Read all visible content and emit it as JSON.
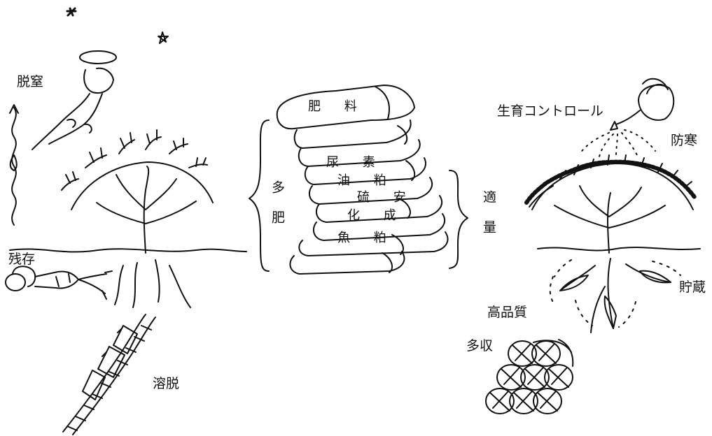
{
  "left_scene": {
    "escape_label": "脱窒",
    "residue_label": "残存",
    "leaching_label": "溶脱"
  },
  "center_scene": {
    "bag_labels": [
      "肥 料",
      "尿 素",
      "油 粕",
      "硫 安",
      "化 成",
      "魚 粕"
    ],
    "excess_label": "多肥",
    "proper_label": "適量"
  },
  "right_scene": {
    "growth_control_label": "生育コントロール",
    "cold_protection_label": "防寒",
    "storage_label": "貯蔵",
    "quality_label": "高品質",
    "yield_label": "多収"
  }
}
